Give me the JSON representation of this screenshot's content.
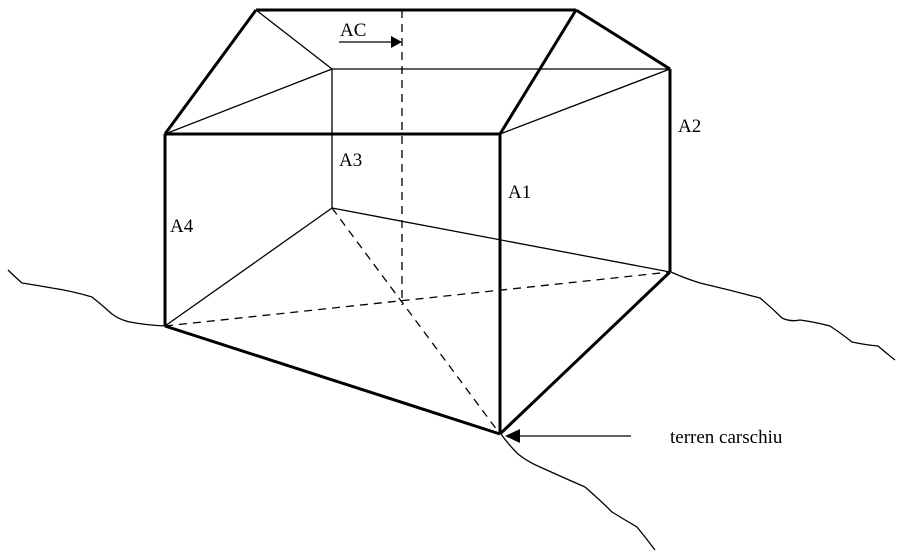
{
  "labels": {
    "a1": "A1",
    "a2": "A2",
    "a3": "A3",
    "a4": "A4",
    "ac": "AC",
    "terrain": "terren carschiu"
  },
  "colors": {
    "line": "#000000",
    "background": "#ffffff"
  }
}
